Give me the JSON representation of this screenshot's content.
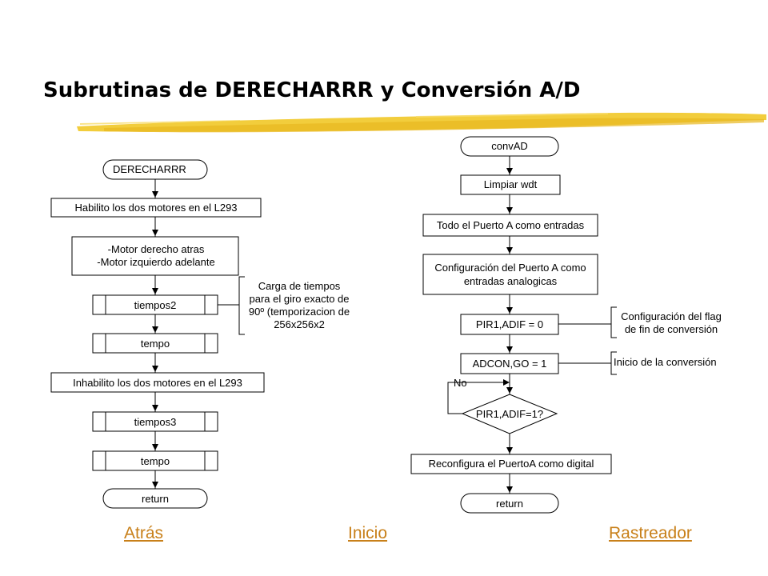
{
  "title": "Subrutinas de DERECHARRR y Conversión A/D",
  "left_flow": {
    "start": "DERECHARRR",
    "step1": "Habilito los dos motores en el L293",
    "step2_line1": "-Motor derecho atras",
    "step2_line2": "-Motor izquierdo adelante",
    "step3": "tiempos2",
    "step4": "tempo",
    "step5": "Inhabilito los dos motores en el L293",
    "step6": "tiempos3",
    "step7": "tempo",
    "end": "return",
    "note_lines": [
      "Carga de tiempos",
      "para el giro exacto de",
      "90º (temporizacion de",
      "256x256x2"
    ]
  },
  "right_flow": {
    "start": "convAD",
    "step1": "Limpiar wdt",
    "step2": "Todo el Puerto A como entradas",
    "step3_line1": "Configuración del Puerto A como",
    "step3_line2": "entradas analogicas",
    "step4": "PIR1,ADIF = 0",
    "step5": "ADCON,GO = 1",
    "decision": "PIR1,ADIF=1?",
    "loop_label": "No",
    "step6": "Reconfigura el PuertoA como digital",
    "end": "return",
    "note1_line1": "Configuración del flag",
    "note1_line2": "de fin de conversión",
    "note2": "Inicio de la conversión"
  },
  "nav": {
    "back": "Atrás",
    "home": "Inicio",
    "tracker": "Rastreador"
  },
  "colors": {
    "brush": "#f2cd3c",
    "link": "#c8801a"
  }
}
